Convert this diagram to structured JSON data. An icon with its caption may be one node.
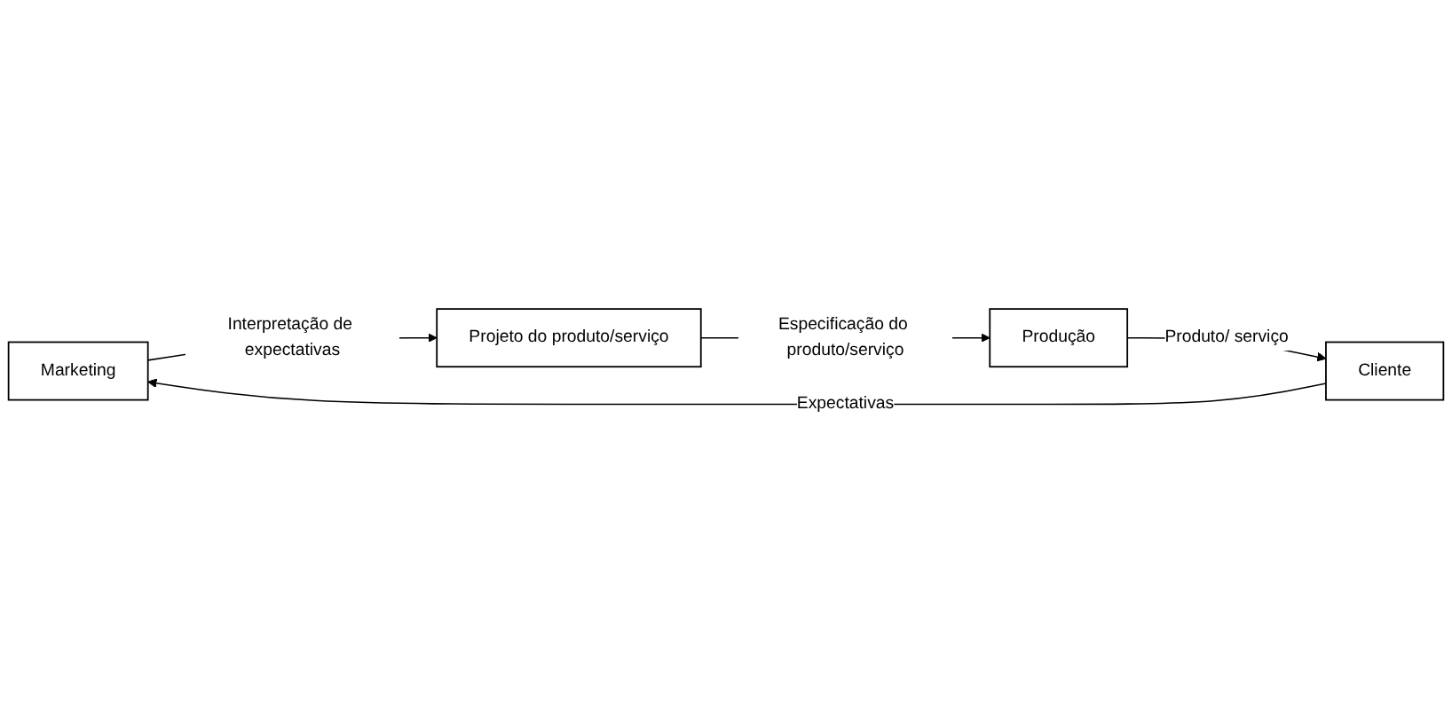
{
  "diagram": {
    "nodes": [
      {
        "text": [
          "Marketing"
        ]
      },
      {
        "text": [
          "Projeto do produto/serviço"
        ]
      },
      {
        "text": [
          "Produção"
        ]
      },
      {
        "text": [
          "Cliente"
        ]
      }
    ],
    "edges": [
      {
        "from": 0,
        "to": 1,
        "arrow": "to",
        "label": "Interpretação de expectativas"
      },
      {
        "from": 1,
        "to": 2,
        "arrow": "to",
        "label": "Especificação do produto/serviço"
      },
      {
        "from": 2,
        "to": 3,
        "arrow": "to",
        "label": "Produto/ serviço"
      },
      {
        "from": 3,
        "to": 0,
        "arrow": "to",
        "label": "Expectativas"
      }
    ]
  }
}
